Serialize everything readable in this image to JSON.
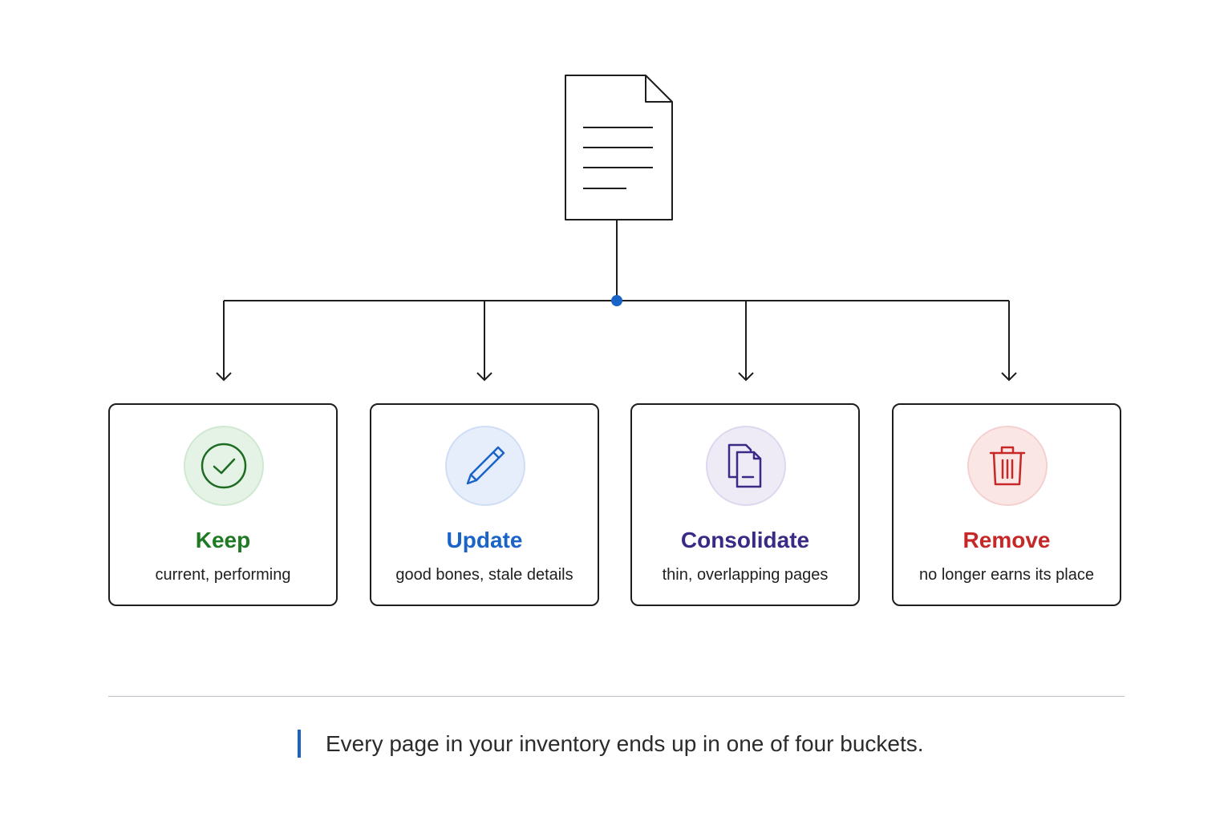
{
  "buckets": [
    {
      "title": "Keep",
      "subtitle": "current, performing",
      "icon": "check-circle-icon",
      "color": "#1e7a23"
    },
    {
      "title": "Update",
      "subtitle": "good bones, stale details",
      "icon": "pencil-icon",
      "color": "#1a63c7"
    },
    {
      "title": "Consolidate",
      "subtitle": "thin, overlapping pages",
      "icon": "copy-documents-icon",
      "color": "#3a2a86"
    },
    {
      "title": "Remove",
      "subtitle": "no longer earns its place",
      "icon": "trash-icon",
      "color": "#c62828"
    }
  ],
  "caption": "Every page in your inventory ends up in one of four buckets.",
  "colors": {
    "accent": "#1a63c7",
    "line": "#1d1d1d"
  }
}
